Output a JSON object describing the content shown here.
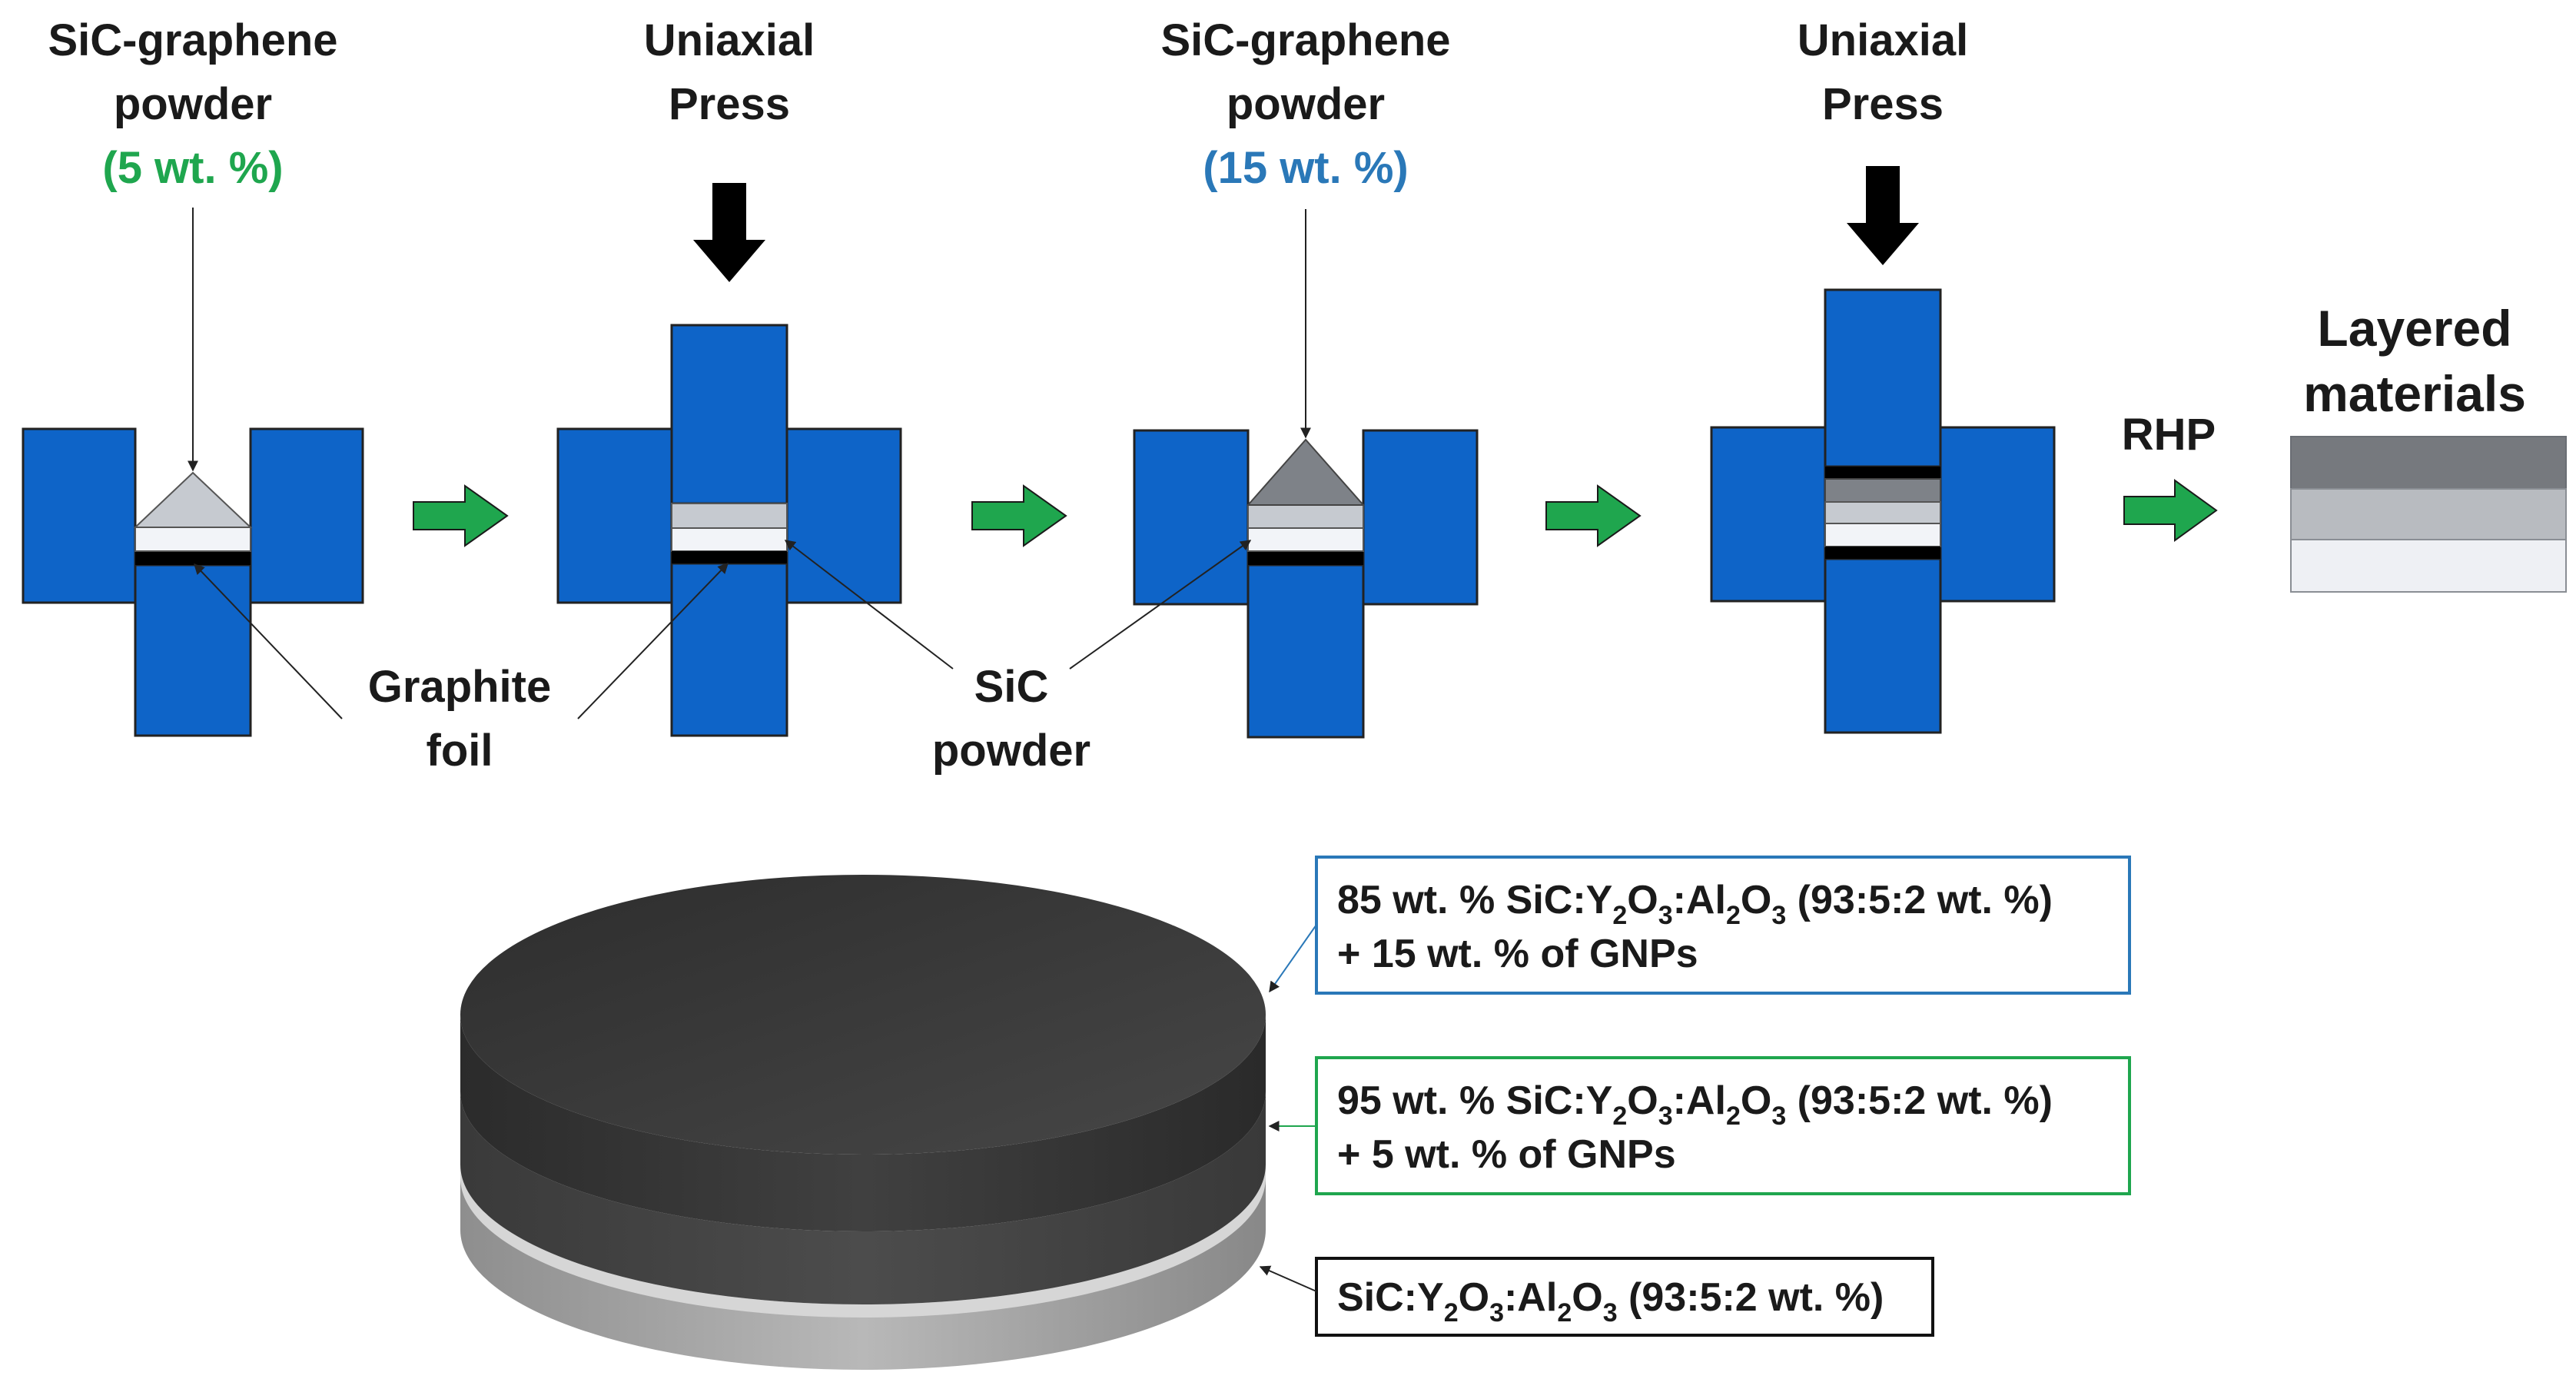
{
  "steps": [
    {
      "powder": {
        "line1": "SiC-graphene",
        "line2": "powder",
        "pct": "(5 wt. %)"
      }
    },
    {
      "press": {
        "line1": "Uniaxial",
        "line2": "Press"
      }
    },
    {
      "powder": {
        "line1": "SiC-graphene",
        "line2": "powder",
        "pct": "(15 wt. %)"
      }
    },
    {
      "press": {
        "line1": "Uniaxial",
        "line2": "Press"
      }
    }
  ],
  "labels": {
    "graphite_foil": {
      "line1": "Graphite",
      "line2": "foil"
    },
    "sic_powder": {
      "line1": "SiC",
      "line2": "powder"
    },
    "rhp": "RHP",
    "layered_materials": {
      "line1": "Layered",
      "line2": "materials"
    }
  },
  "layers": {
    "top": {
      "prefix": "85 wt. % SiC:Y",
      "sub1": "2",
      "mid1": "O",
      "sub2": "3",
      "mid2": ":Al",
      "sub3": "2",
      "mid3": "O",
      "sub4": "3",
      "suffix": " (93:5:2 wt. %)",
      "gnp": "+ 15 wt. % of GNPs"
    },
    "middle": {
      "prefix": "95 wt. % SiC:Y",
      "sub1": "2",
      "mid1": "O",
      "sub2": "3",
      "mid2": ":Al",
      "sub3": "2",
      "mid3": "O",
      "sub4": "3",
      "suffix": " (93:5:2 wt. %)",
      "gnp": "+ 5 wt. % of GNPs"
    },
    "bottom": {
      "prefix": "SiC:Y",
      "sub1": "2",
      "mid1": "O",
      "sub2": "3",
      "mid2": ":Al",
      "sub3": "2",
      "mid3": "O",
      "sub4": "3",
      "suffix": " (93:5:2 wt. %)"
    }
  },
  "colors": {
    "die_blue": "#0e64c8",
    "arrow_green": "#1fa64e",
    "text_green": "#1fa64e",
    "text_blue": "#2a78b8",
    "box_blue": "#2a78b8",
    "box_green": "#1fa64e"
  }
}
